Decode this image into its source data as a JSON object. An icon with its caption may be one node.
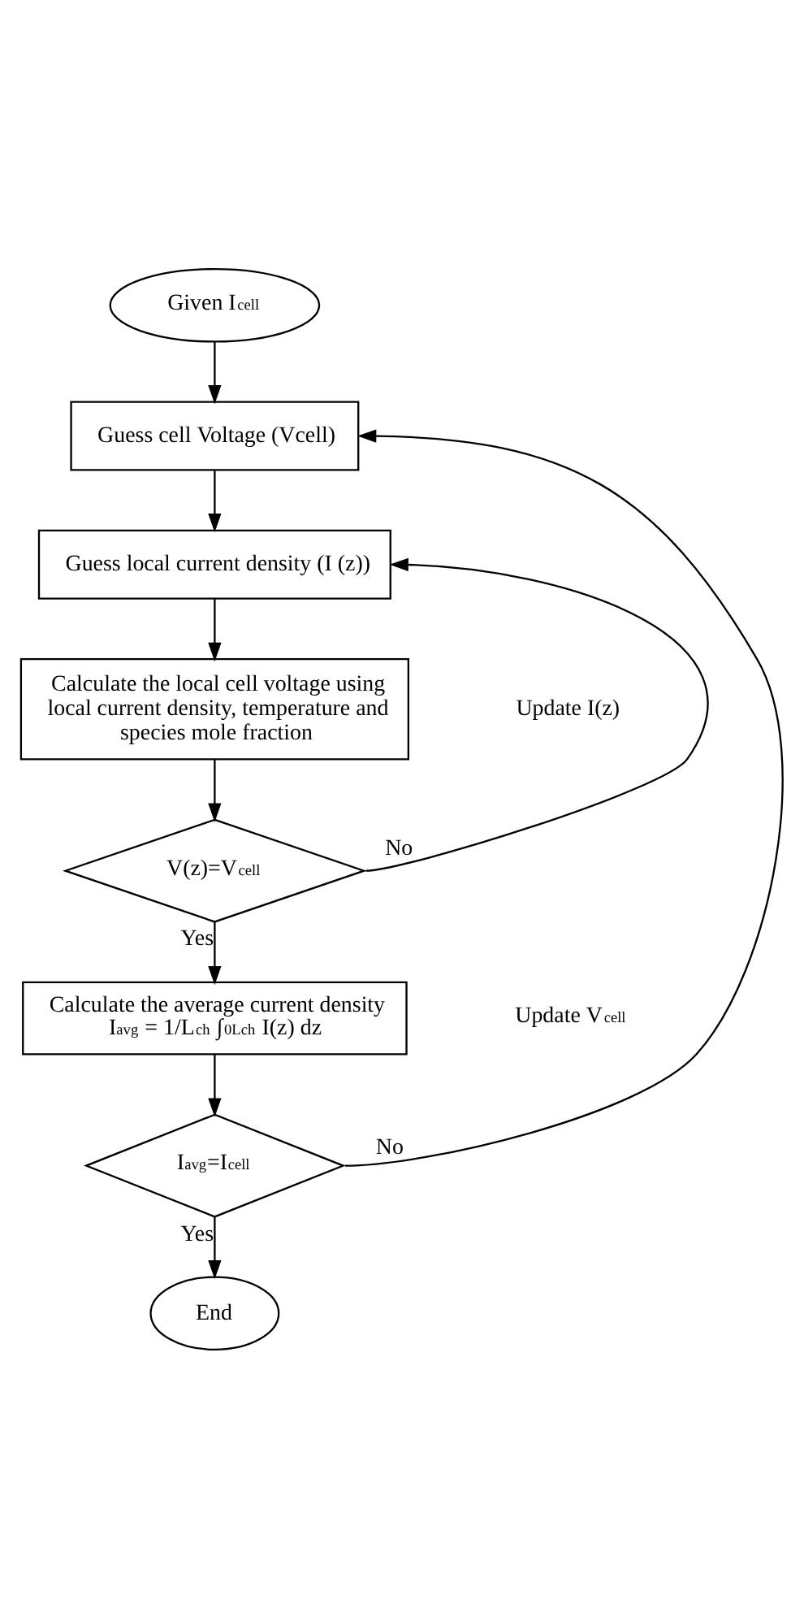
{
  "diagram": {
    "nodes": [
      {
        "text": [
          "Given I$_{cell}$"
        ]
      },
      {
        "text": [
          "Guess cell Voltage (Vcell)"
        ]
      },
      {
        "text": [
          "Guess local current density (I (z))"
        ]
      },
      {
        "text": [
          "Calculate the local cell voltage using local current density, temperature and species mole fraction"
        ]
      },
      {
        "text": [
          "V(z)=V$_{cell}$"
        ]
      },
      {
        "text": [
          "Calculate the average current density",
          "I$_{avg}$ = 1/L$_{ch}$ ∫$_{0}$$^{Lch}$ I(z) dz"
        ]
      },
      {
        "text": [
          "I$_{avg}$=I$_{cell}$"
        ]
      },
      {
        "text": [
          "End"
        ]
      }
    ],
    "edges": [
      {
        "from": 0,
        "to": 1,
        "arrow": "to"
      },
      {
        "from": 1,
        "to": 2,
        "arrow": "to"
      },
      {
        "from": 2,
        "to": 3,
        "arrow": "to"
      },
      {
        "from": 3,
        "to": 4,
        "arrow": "to"
      },
      {
        "from": 4,
        "to": 2,
        "arrow": "to",
        "label": "No"
      },
      {
        "from": 4,
        "to": 5,
        "arrow": "to",
        "label": "Yes"
      },
      {
        "from": 5,
        "to": 6,
        "arrow": "to"
      },
      {
        "from": 6,
        "to": 1,
        "arrow": "to",
        "label": "No"
      },
      {
        "from": 6,
        "to": 7,
        "arrow": "to",
        "label": "Yes"
      }
    ],
    "labels": [
      "Update I(z)",
      "Update V$_{cell}$"
    ]
  }
}
